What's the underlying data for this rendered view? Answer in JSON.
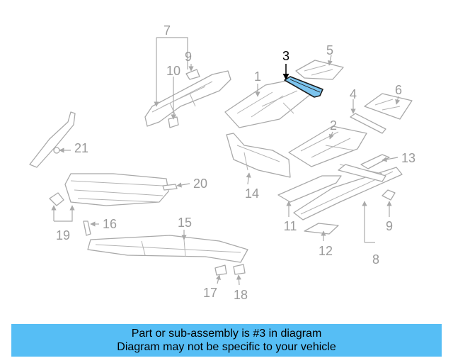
{
  "callouts": {
    "c1": "1",
    "c2": "2",
    "c3": "3",
    "c4": "4",
    "c5": "5",
    "c6": "6",
    "c7": "7",
    "c8": "8",
    "c9a": "9",
    "c9b": "9",
    "c10": "10",
    "c11": "11",
    "c12": "12",
    "c13": "13",
    "c14": "14",
    "c15": "15",
    "c16": "16",
    "c17": "17",
    "c18": "18",
    "c19": "19",
    "c20": "20",
    "c21": "21"
  },
  "highlight": {
    "part_number": "3",
    "color": "#7cc4ee"
  },
  "banner": {
    "line1": "Part or sub-assembly is #3 in diagram",
    "line2": "Diagram may not be specific to your vehicle",
    "background": "#56bef5"
  }
}
